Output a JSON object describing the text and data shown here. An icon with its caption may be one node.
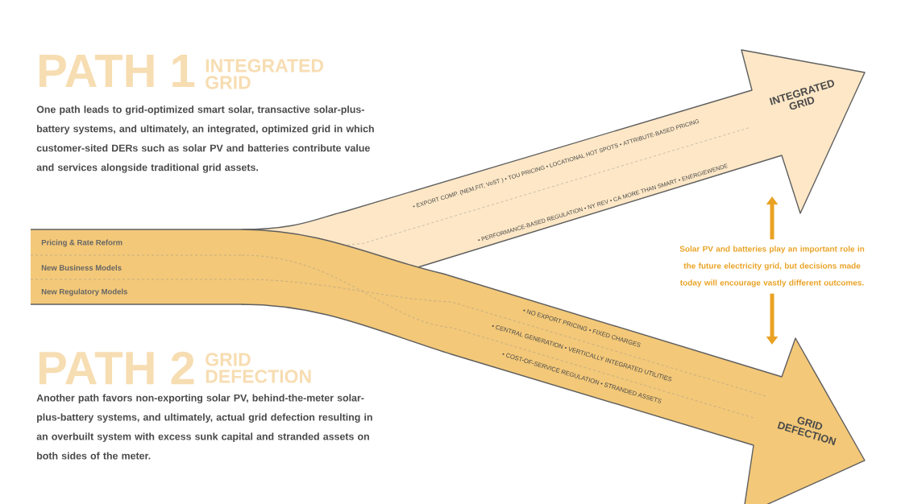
{
  "diagram": {
    "nodes": [
      {
        "text": [
          "Pricing & Rate Reform",
          "New Business Models",
          "New Regulatory Models"
        ]
      },
      {
        "text": [
          "• EXPORT COMP. (NEM,FIT, VoST ) • TOU PRICING • LOCATIONAL HOT SPOTS • ATTRIBUTE-BASED PRICING",
          "• PERFORMANCE-BASED REGULATION • NY REV • CA MORE THAN SMART • ENERGIEWENDE",
          "INTEGRATED GRID"
        ]
      },
      {
        "text": [
          "• NO EXPORT PRICING • FIXED CHARGES",
          "• CENTRAL GENERATION • VERTICALLY INTEGRATED UTILITIES",
          "• COST-OF-SERVICE REGULATION • STRANDED ASSETS",
          "GRID DEFECTION"
        ]
      },
      {
        "text": [
          "Solar PV and batteries play an important role in the future electricity grid, but decisions made today will encourage vastly different outcomes."
        ]
      }
    ],
    "edges": [
      {
        "from": 3,
        "to": 1,
        "arrow": "to"
      },
      {
        "from": 3,
        "to": 2,
        "arrow": "to"
      }
    ],
    "labels": [
      "PATH 1",
      "INTEGRATED GRID",
      "One path leads to grid-optimized smart solar, transactive solar-plus-battery systems, and ultimately, an integrated, optimized grid in which customer-sited DERs such as solar PV and batteries contribute value and services alongside traditional grid assets.",
      "PATH 2",
      "GRID DEFECTION",
      "Another path favors non-exporting solar PV, behind-the-meter solar-plus-battery systems, and ultimately, actual grid defection resulting in an overbuilt system with excess sunk capital and stranded assets on both sides of the meter."
    ]
  }
}
